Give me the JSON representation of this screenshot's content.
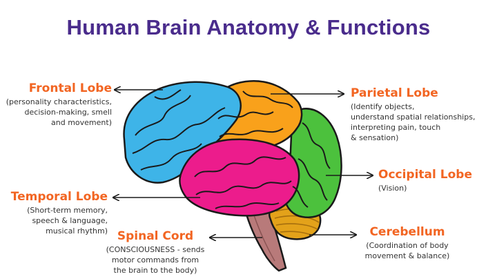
{
  "title": "Human Brain Anatomy & Functions",
  "colors": {
    "title": "#4a2c8c",
    "label": "#f26522",
    "frontal": "#3eb4e8",
    "parietal": "#f9a11b",
    "occipital": "#4cc13d",
    "temporal": "#ec1c8c",
    "cerebellum": "#e3a21a",
    "stem": "#b87a7a",
    "outline": "#1a1a1a"
  },
  "labels": {
    "frontal": {
      "name": "Frontal Lobe",
      "desc": "(personality characteristics,\ndecision-making, smell\nand movement)"
    },
    "parietal": {
      "name": "Parietal Lobe",
      "desc": "(Identify objects,\nunderstand spatial relationships,\ninterpreting pain, touch\n& sensation)"
    },
    "occipital": {
      "name": "Occipital Lobe",
      "desc": "(Vision)"
    },
    "temporal": {
      "name": "Temporal Lobe",
      "desc": "(Short-term memory,\nspeech & language,\nmusical rhythm)"
    },
    "spinal": {
      "name": "Spinal Cord",
      "desc": "(CONSCIOUSNESS - sends\nmotor commands from\nthe brain to the body)"
    },
    "cerebellum": {
      "name": "Cerebellum",
      "desc": "(Coordination of body\nmovement & balance)"
    }
  }
}
